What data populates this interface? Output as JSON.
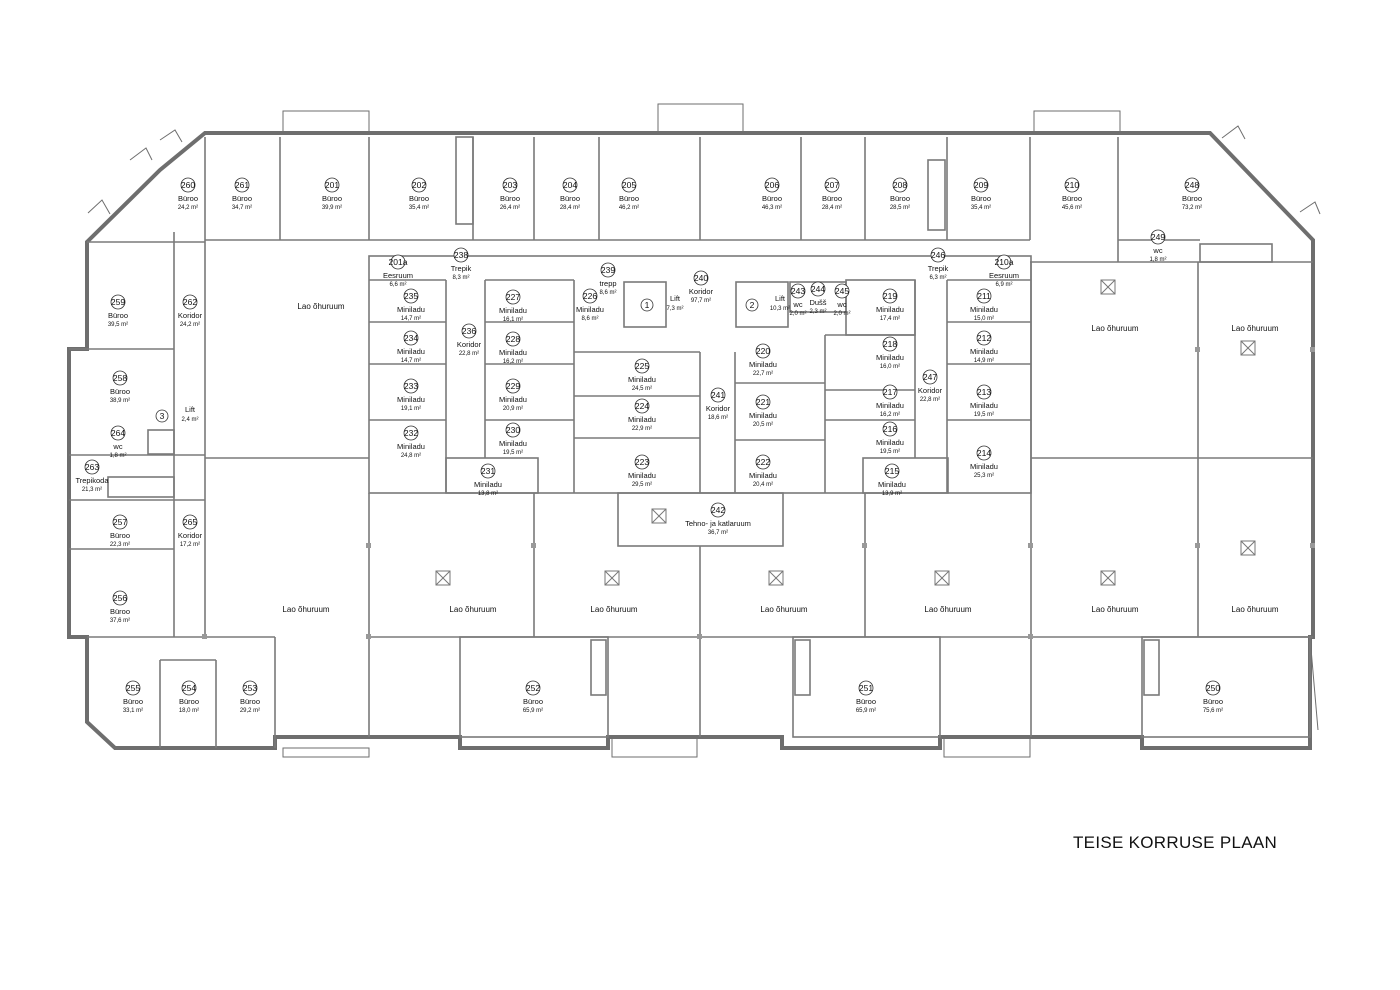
{
  "title": "TEISE KORRUSE PLAAN",
  "rooms": [
    {
      "no": "260",
      "name": "Büroo",
      "area": "24,2 m²"
    },
    {
      "no": "261",
      "name": "Büroo",
      "area": "34,7 m²"
    },
    {
      "no": "201",
      "name": "Büroo",
      "area": "39,9 m²"
    },
    {
      "no": "202",
      "name": "Büroo",
      "area": "35,4 m²"
    },
    {
      "no": "203",
      "name": "Büroo",
      "area": "26,4 m²"
    },
    {
      "no": "204",
      "name": "Büroo",
      "area": "28,4 m²"
    },
    {
      "no": "205",
      "name": "Büroo",
      "area": "46,2 m²"
    },
    {
      "no": "206",
      "name": "Büroo",
      "area": "46,3 m²"
    },
    {
      "no": "207",
      "name": "Büroo",
      "area": "28,4 m²"
    },
    {
      "no": "208",
      "name": "Büroo",
      "area": "28,5 m²"
    },
    {
      "no": "209",
      "name": "Büroo",
      "area": "35,4 m²"
    },
    {
      "no": "210",
      "name": "Büroo",
      "area": "45,6 m²"
    },
    {
      "no": "248",
      "name": "Büroo",
      "area": "73,2 m²"
    },
    {
      "no": "249",
      "name": "wc",
      "area": "1,8 m²"
    },
    {
      "no": "201a",
      "name": "Eesruum",
      "area": "6,6 m²"
    },
    {
      "no": "238",
      "name": "Trepik",
      "area": "8,3 m²"
    },
    {
      "no": "239",
      "name": "trepp",
      "area": "8,6 m²"
    },
    {
      "no": "240",
      "name": "Koridor",
      "area": "97,7 m²"
    },
    {
      "no": "1",
      "name": "Lift",
      "area": "7,3 m²"
    },
    {
      "no": "2",
      "name": "Lift",
      "area": "10,3 m²"
    },
    {
      "no": "243",
      "name": "wc",
      "area": "2,0 m²"
    },
    {
      "no": "244",
      "name": "Dušš",
      "area": "2,3 m²"
    },
    {
      "no": "245",
      "name": "wc",
      "area": "2,0 m²"
    },
    {
      "no": "246",
      "name": "Trepik",
      "area": "6,3 m²"
    },
    {
      "no": "210a",
      "name": "Eesruum",
      "area": "6,9 m²"
    },
    {
      "no": "262",
      "name": "Koridor",
      "area": "24,2 m²"
    },
    {
      "no": "259",
      "name": "Büroo",
      "area": "39,5 m²"
    },
    {
      "no": "258",
      "name": "Büroo",
      "area": "38,9 m²"
    },
    {
      "no": "3",
      "name": "Lift",
      "area": "2,4 m²"
    },
    {
      "no": "264",
      "name": "wc",
      "area": "1,8 m²"
    },
    {
      "no": "263",
      "name": "Trepikoda",
      "area": "21,3 m²"
    },
    {
      "no": "257",
      "name": "Büroo",
      "area": "22,3 m²"
    },
    {
      "no": "265",
      "name": "Koridor",
      "area": "17,2 m²"
    },
    {
      "no": "256",
      "name": "Büroo",
      "area": "37,6 m²"
    },
    {
      "no": "255",
      "name": "Büroo",
      "area": "33,1 m²"
    },
    {
      "no": "254",
      "name": "Büroo",
      "area": "18,0 m²"
    },
    {
      "no": "253",
      "name": "Büroo",
      "area": "29,2 m²"
    },
    {
      "no": "235",
      "name": "Miniladu",
      "area": "14,7 m²"
    },
    {
      "no": "234",
      "name": "Miniladu",
      "area": "14,7 m²"
    },
    {
      "no": "233",
      "name": "Miniladu",
      "area": "19,1 m²"
    },
    {
      "no": "232",
      "name": "Miniladu",
      "area": "24,8 m²"
    },
    {
      "no": "236",
      "name": "Koridor",
      "area": "22,8 m²"
    },
    {
      "no": "227",
      "name": "Miniladu",
      "area": "16,1 m²"
    },
    {
      "no": "228",
      "name": "Miniladu",
      "area": "16,2 m²"
    },
    {
      "no": "229",
      "name": "Miniladu",
      "area": "20,9 m²"
    },
    {
      "no": "230",
      "name": "Miniladu",
      "area": "19,5 m²"
    },
    {
      "no": "231",
      "name": "Miniladu",
      "area": "13,8 m²"
    },
    {
      "no": "226",
      "name": "Miniladu",
      "area": "8,6 m²"
    },
    {
      "no": "225",
      "name": "Miniladu",
      "area": "24,5 m²"
    },
    {
      "no": "224",
      "name": "Miniladu",
      "area": "22,9 m²"
    },
    {
      "no": "223",
      "name": "Miniladu",
      "area": "29,5 m²"
    },
    {
      "no": "241",
      "name": "Koridor",
      "area": "18,6 m²"
    },
    {
      "no": "220",
      "name": "Miniladu",
      "area": "22,7 m²"
    },
    {
      "no": "221",
      "name": "Miniladu",
      "area": "20,5 m²"
    },
    {
      "no": "222",
      "name": "Miniladu",
      "area": "20,4 m²"
    },
    {
      "no": "219",
      "name": "Miniladu",
      "area": "17,4 m²"
    },
    {
      "no": "218",
      "name": "Miniladu",
      "area": "16,0 m²"
    },
    {
      "no": "217",
      "name": "Miniladu",
      "area": "16,2 m²"
    },
    {
      "no": "216",
      "name": "Miniladu",
      "area": "19,5 m²"
    },
    {
      "no": "215",
      "name": "Miniladu",
      "area": "13,9 m²"
    },
    {
      "no": "247",
      "name": "Koridor",
      "area": "22,8 m²"
    },
    {
      "no": "211",
      "name": "Miniladu",
      "area": "15,0 m²"
    },
    {
      "no": "212",
      "name": "Miniladu",
      "area": "14,9 m²"
    },
    {
      "no": "213",
      "name": "Miniladu",
      "area": "19,5 m²"
    },
    {
      "no": "214",
      "name": "Miniladu",
      "area": "25,3 m²"
    },
    {
      "no": "242",
      "name": "Tehno- ja katlaruum",
      "area": "36,7 m²"
    },
    {
      "no": "252",
      "name": "Büroo",
      "area": "65,9 m²"
    },
    {
      "no": "251",
      "name": "Büroo",
      "area": "65,9 m²"
    },
    {
      "no": "250",
      "name": "Büroo",
      "area": "75,6 m²"
    }
  ],
  "warehouses": [
    {
      "name": "Lao õhuruum"
    },
    {
      "name": "Lao õhuruum"
    },
    {
      "name": "Lao õhuruum"
    },
    {
      "name": "Lao õhuruum"
    },
    {
      "name": "Lao õhuruum"
    },
    {
      "name": "Lao õhuruum"
    },
    {
      "name": "Lao õhuruum"
    },
    {
      "name": "Lao õhuruum"
    },
    {
      "name": "Lao õhuruum"
    },
    {
      "name": "Lao õhuruum"
    },
    {
      "name": "Lao õhuruum"
    }
  ]
}
